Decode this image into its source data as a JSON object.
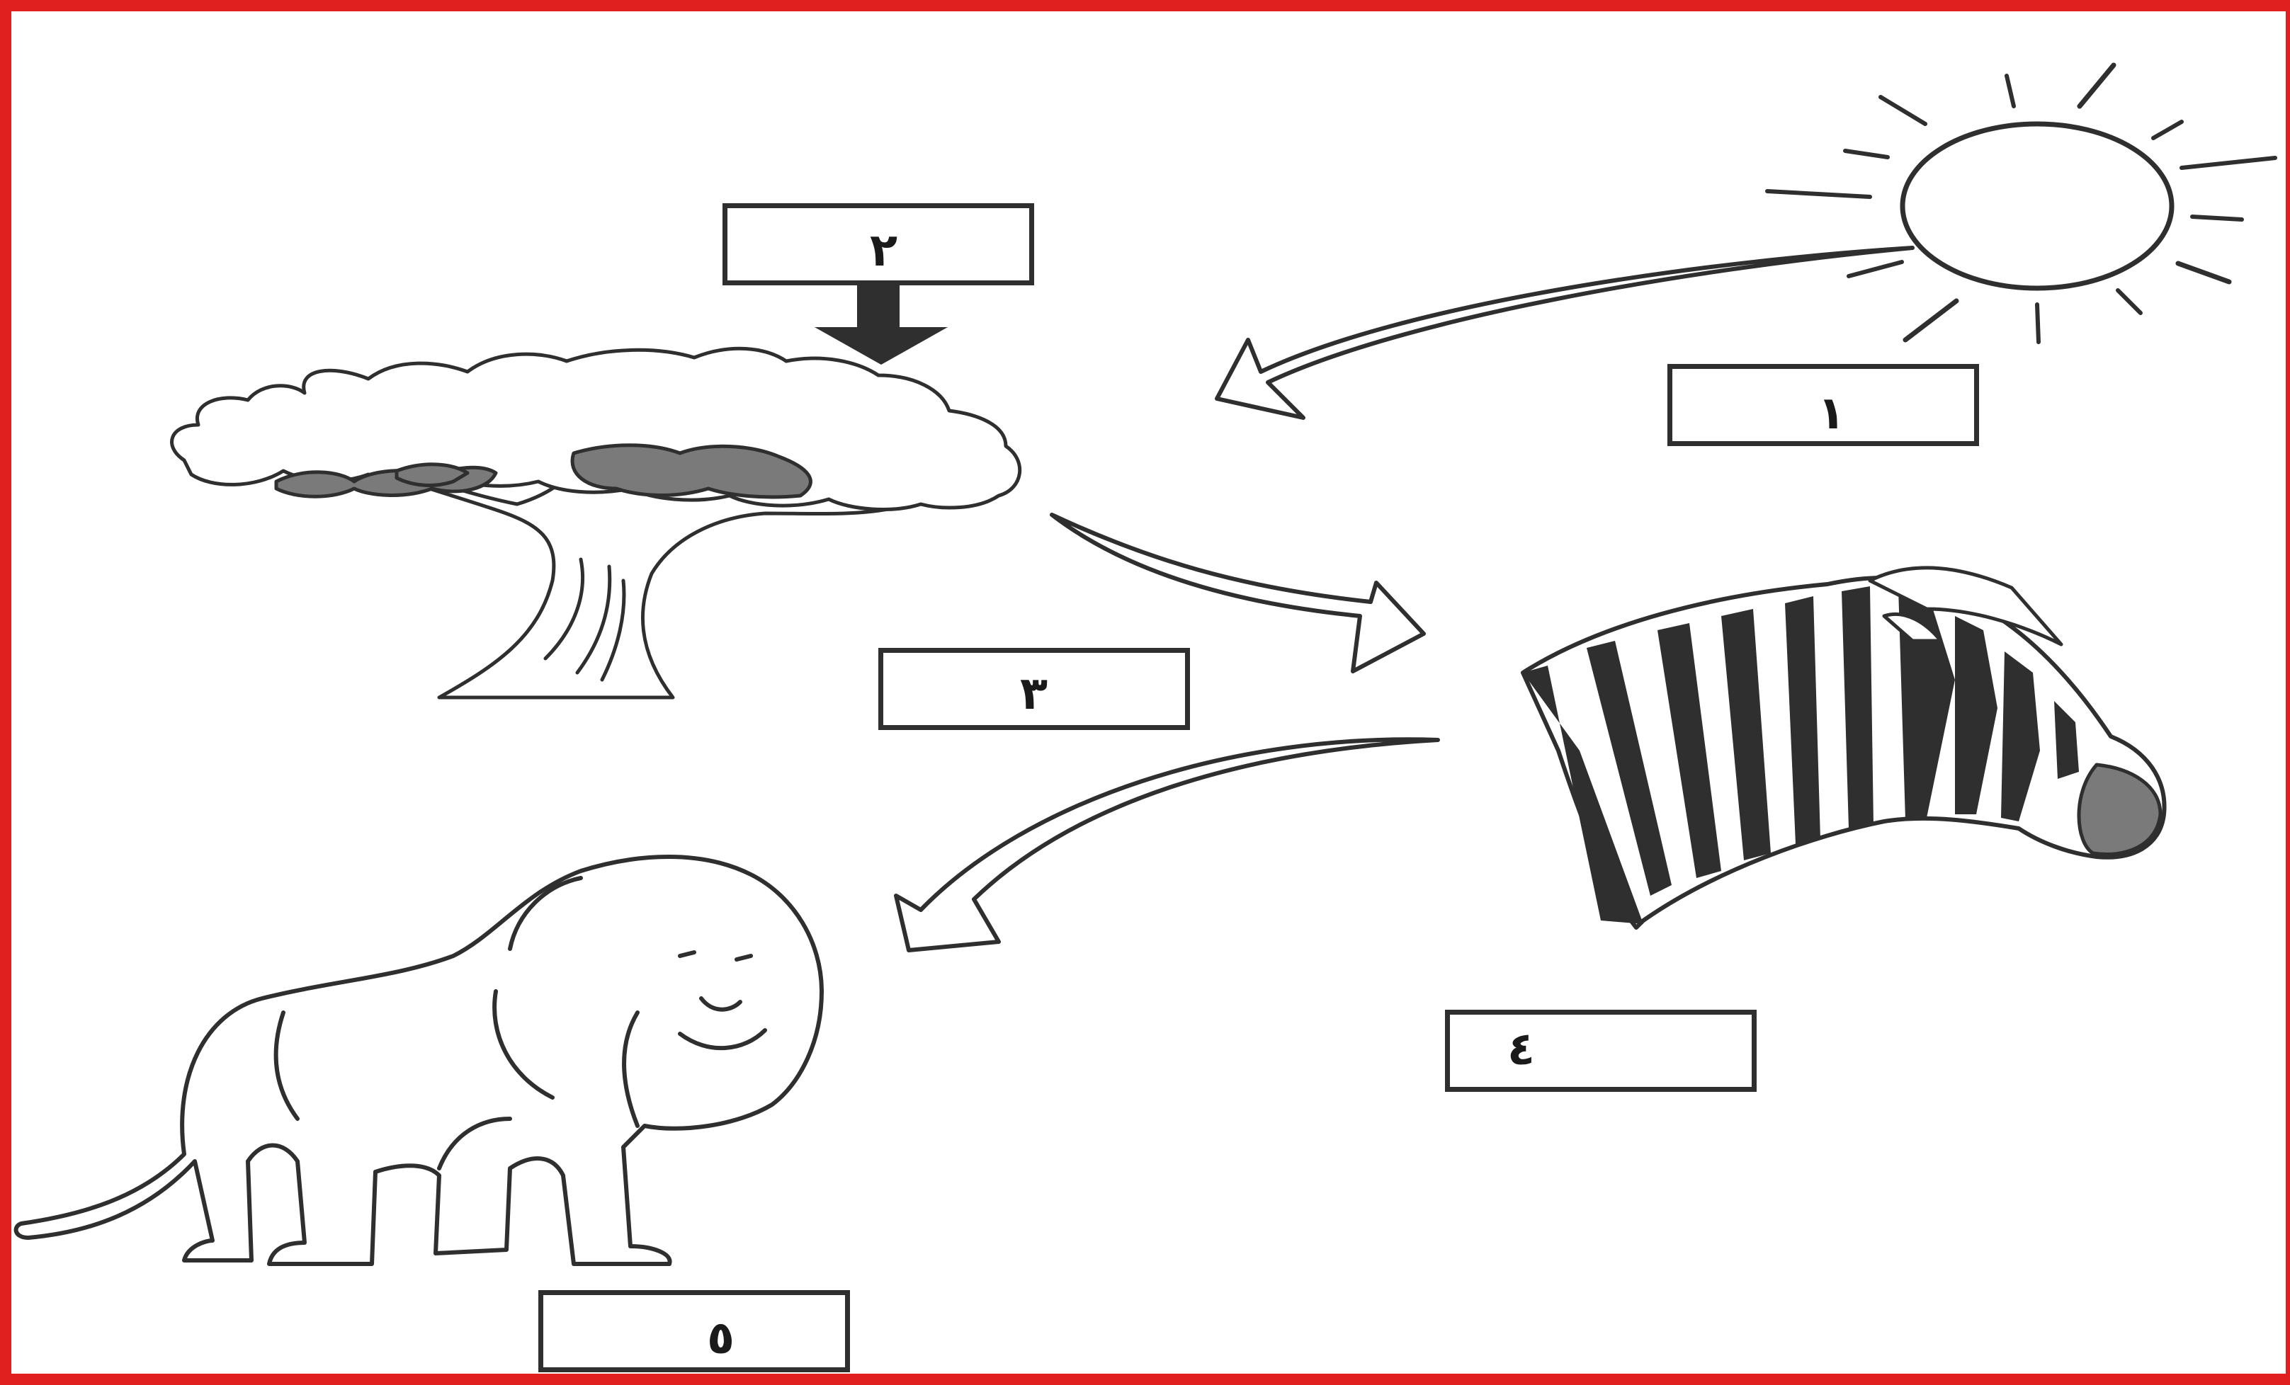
{
  "diagram": {
    "stages": [
      {
        "id": "sun",
        "icon": "sun-icon",
        "label": "١"
      },
      {
        "id": "sun-input",
        "icon": "down-arrow-icon",
        "label": "٢"
      },
      {
        "id": "tree",
        "icon": "acacia-tree-icon",
        "label": "٣"
      },
      {
        "id": "zebra",
        "icon": "zebra-icon",
        "label": "٤"
      },
      {
        "id": "lion",
        "icon": "lion-icon",
        "label": "٥"
      }
    ],
    "arrows": [
      "sun-to-tree",
      "tree-to-zebra",
      "zebra-to-lion"
    ],
    "colors": {
      "frame": "#e01f1f",
      "ink": "#2f2f2f",
      "shade": "#7a7a7a"
    }
  }
}
